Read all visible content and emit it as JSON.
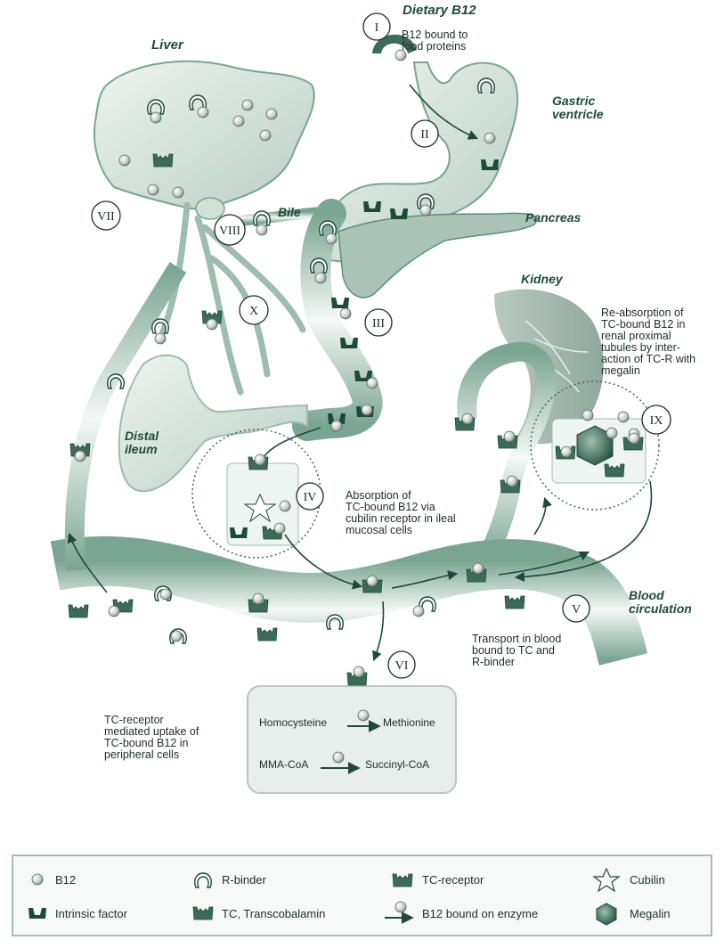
{
  "organs": {
    "liver": "Liver",
    "dietary": "Dietary B12",
    "gastric": [
      "Gastric",
      "ventricle"
    ],
    "bile": "Bile",
    "pancreas": "Pancreas",
    "kidney": "Kidney",
    "distal": [
      "Distal",
      "ileum"
    ],
    "blood": [
      "Blood",
      "circulation"
    ]
  },
  "steps": [
    "I",
    "II",
    "III",
    "IV",
    "V",
    "VI",
    "VII",
    "VIII",
    "IX",
    "X"
  ],
  "notes": {
    "food": [
      "B12 bound to",
      "food proteins"
    ],
    "kidney": [
      "Re-absorption of",
      "TC-bound B12 in",
      "renal proximal",
      "tubules by inter-",
      "action of TC-R with",
      "megalin"
    ],
    "absorption": [
      "Absorption of",
      "TC-bound B12 via",
      "cubilin receptor in ileal",
      "mucosal cells"
    ],
    "transport": [
      "Transport in blood",
      "bound to TC and",
      "R-binder"
    ],
    "uptake": [
      "TC-receptor",
      "mediated uptake of",
      "TC-bound B12 in",
      "peripheral cells"
    ]
  },
  "reactions": {
    "r1_from": "Homocysteine",
    "r1_to": "Methionine",
    "r2_from": "MMA-CoA",
    "r2_to": "Succinyl-CoA"
  },
  "legend": {
    "b12": "B12",
    "rbinder": "R-binder",
    "tcreceptor": "TC-receptor",
    "cubilin": "Cubilin",
    "intrinsic": "Intrinsic factor",
    "tc": "TC, Transcobalamin",
    "enzyme": "B12 bound on enzyme",
    "megalin": "Megalin"
  },
  "colors": {
    "dark": "#1f4a3a",
    "mid": "#5b8f7a",
    "light": "#dde8e2",
    "ball": "#c9d1cd"
  }
}
